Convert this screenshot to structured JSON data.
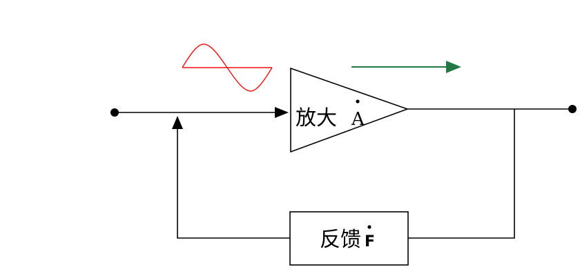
{
  "amplifier": {
    "label": "放大",
    "symbol": "A"
  },
  "feedback": {
    "label": "反馈",
    "symbol": "F"
  },
  "colors": {
    "wire": "#000000",
    "sine": "#ee1111",
    "flow_arrow": "#227744"
  }
}
